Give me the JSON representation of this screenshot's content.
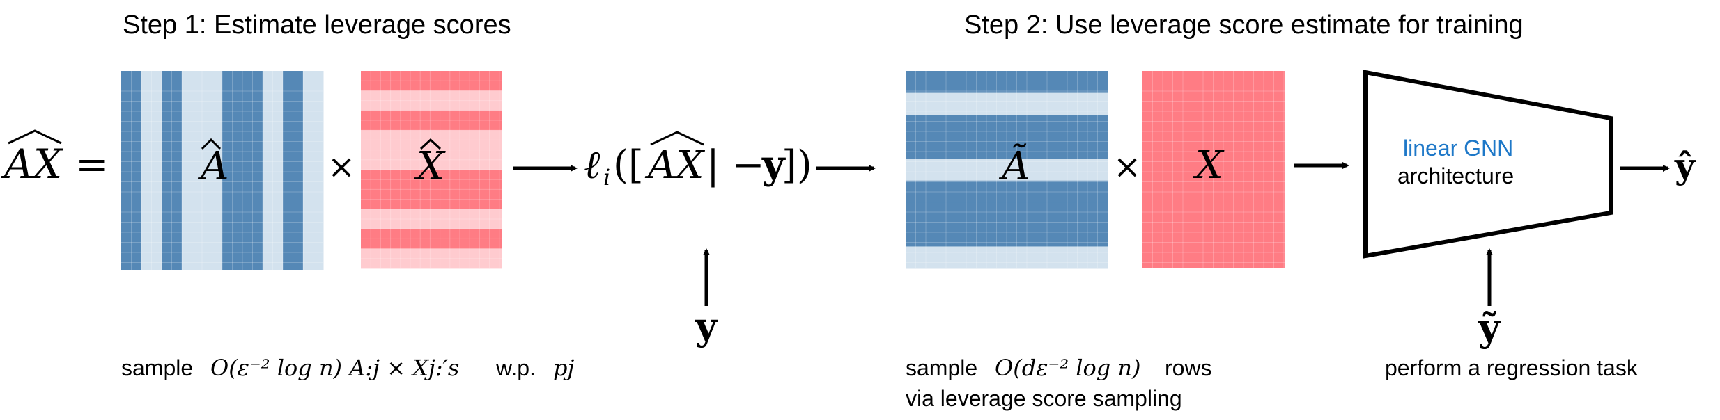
{
  "step1": {
    "title": "Step 1: Estimate leverage scores",
    "lhs_hat": "AX",
    "equals": "=",
    "matrix_a_label": "A",
    "times": "×",
    "matrix_x_label": "X",
    "loss_prefix": "ℓ",
    "loss_sub": "i",
    "loss_open": "([",
    "loss_hat": "AX",
    "loss_mid": "| −",
    "loss_y": "y",
    "loss_close": "])",
    "y_label": "y",
    "sample_word": "sample",
    "sample_math": "O(ε⁻² log n)  A:j × Xj:′s",
    "wp_word": "w.p.",
    "wp_math": "pj"
  },
  "step2": {
    "title": "Step 2: Use leverage score estimate for training",
    "matrix_a_label": "Ã",
    "times": "×",
    "matrix_x_label": "X",
    "gnn_line1": "linear GNN",
    "gnn_line2": "architecture",
    "output_label": "ŷ",
    "ytilde_label": "ỹ",
    "sample_word": "sample",
    "sample_math": "O(dε⁻² log n)",
    "rows_word": "rows",
    "sample_line2": "via leverage score sampling",
    "regression_caption": "perform a regression task"
  },
  "colors": {
    "blue_dark": "#5588b6",
    "blue_light": "#d3e2ee",
    "red_dark": "#ff7c84",
    "red_light": "#ffcbcf",
    "gnn_text_blue": "#1e78c8",
    "black": "#000000"
  }
}
